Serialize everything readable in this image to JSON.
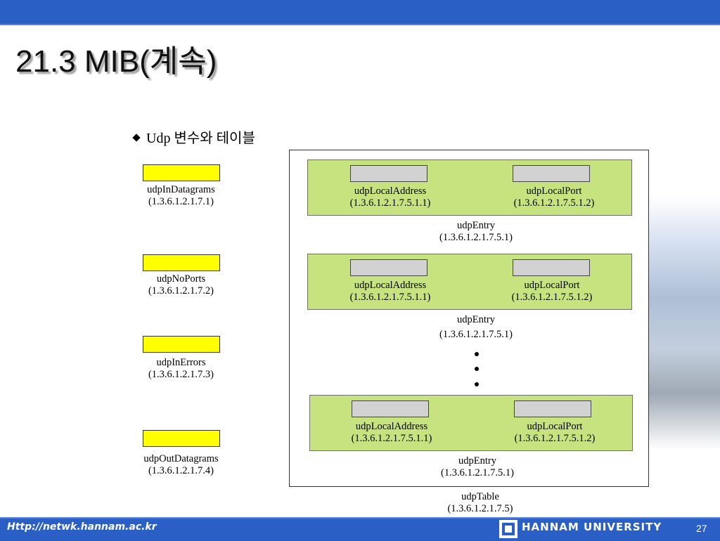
{
  "title": "21.3 MIB(계속)",
  "bullet": "Udp 변수와 테이블",
  "scalars": [
    {
      "name": "udpInDatagrams",
      "oid": "(1.3.6.1.2.1.7.1)"
    },
    {
      "name": "udpNoPorts",
      "oid": "(1.3.6.1.2.1.7.2)"
    },
    {
      "name": "udpInErrors",
      "oid": "(1.3.6.1.2.1.7.3)"
    },
    {
      "name": "udpOutDatagrams",
      "oid": "(1.3.6.1.2.1.7.4)"
    }
  ],
  "entries": [
    {
      "addr_name": "udpLocalAddress",
      "addr_oid": "(1.3.6.1.2.1.7.5.1.1)",
      "port_name": "udpLocalPort",
      "port_oid": "(1.3.6.1.2.1.7.5.1.2)",
      "entry_name": "udpEntry",
      "entry_oid": "(1.3.6.1.2.1.7.5.1)"
    },
    {
      "addr_name": "udpLocalAddress",
      "addr_oid": "(1.3.6.1.2.1.7.5.1.1)",
      "port_name": "udpLocalPort",
      "port_oid": "(1.3.6.1.2.1.7.5.1.2)",
      "entry_name": "udpEntry",
      "entry_oid": "(1.3.6.1.2.1.7.5.1)"
    },
    {
      "addr_name": "udpLocalAddress",
      "addr_oid": "(1.3.6.1.2.1.7.5.1.1)",
      "port_name": "udpLocalPort",
      "port_oid": "(1.3.6.1.2.1.7.5.1.2)",
      "entry_name": "udpEntry",
      "entry_oid": "(1.3.6.1.2.1.7.5.1)"
    }
  ],
  "table": {
    "name": "udpTable",
    "oid": "(1.3.6.1.2.1.7.5)"
  },
  "footer": {
    "url": "Http://netwk.hannam.ac.kr",
    "university": "HANNAM UNIVERSITY",
    "page": "27"
  },
  "colors": {
    "header_blue": "#2a5fc6",
    "scalar_fill": "#ffff00",
    "entry_fill": "#c7e380",
    "column_fill": "#d2d2d2"
  }
}
